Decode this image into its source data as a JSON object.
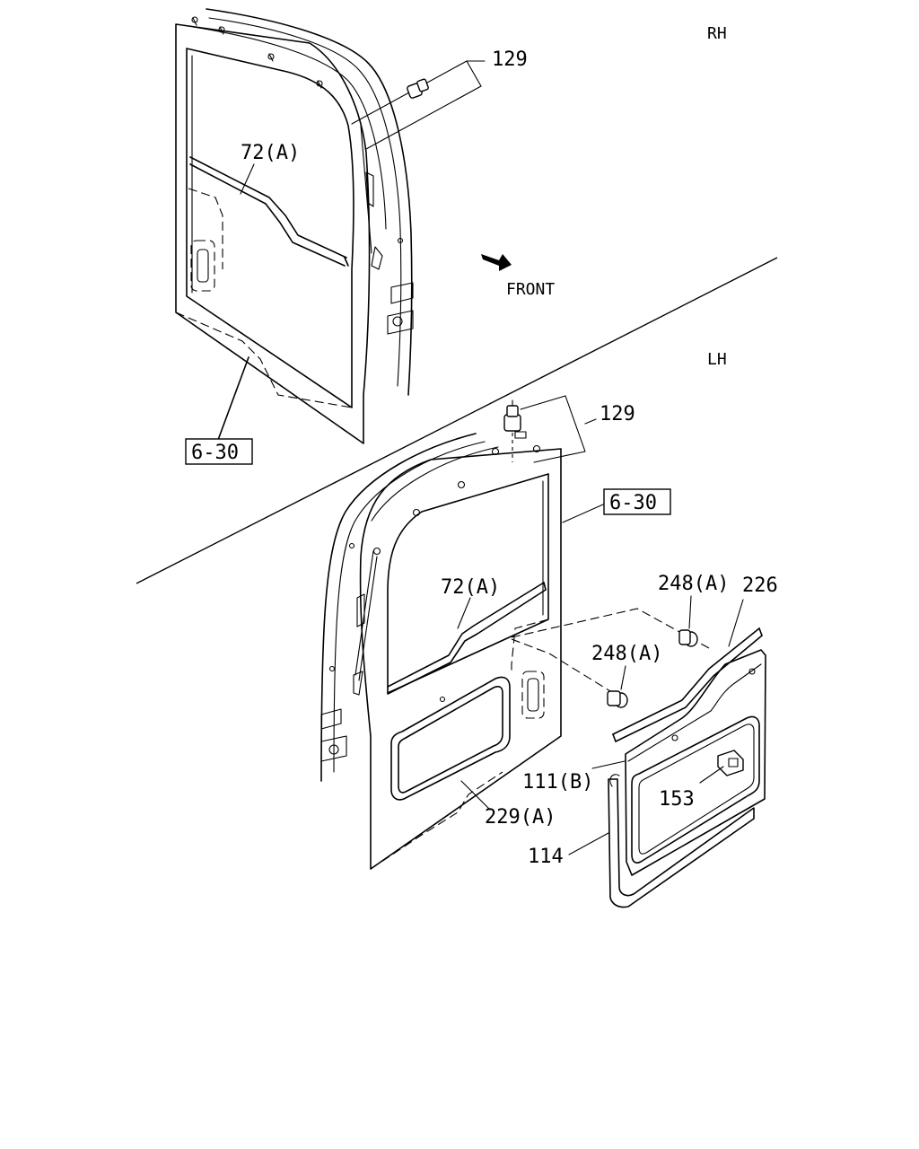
{
  "view_labels": {
    "rh": "RH",
    "lh": "LH",
    "front": "FRONT"
  },
  "rh": {
    "clip": "129",
    "weatherstrip": "72(A)",
    "ref": "6-30"
  },
  "lh": {
    "clip": "129",
    "ref": "6-30",
    "weatherstrip": "72(A)",
    "fastener_upper": "248(A)",
    "fastener_lower": "248(A)",
    "trim_strip": "226",
    "window_seal": "229(A)",
    "panel": "111(B)",
    "switch": "153",
    "moulding": "114"
  }
}
